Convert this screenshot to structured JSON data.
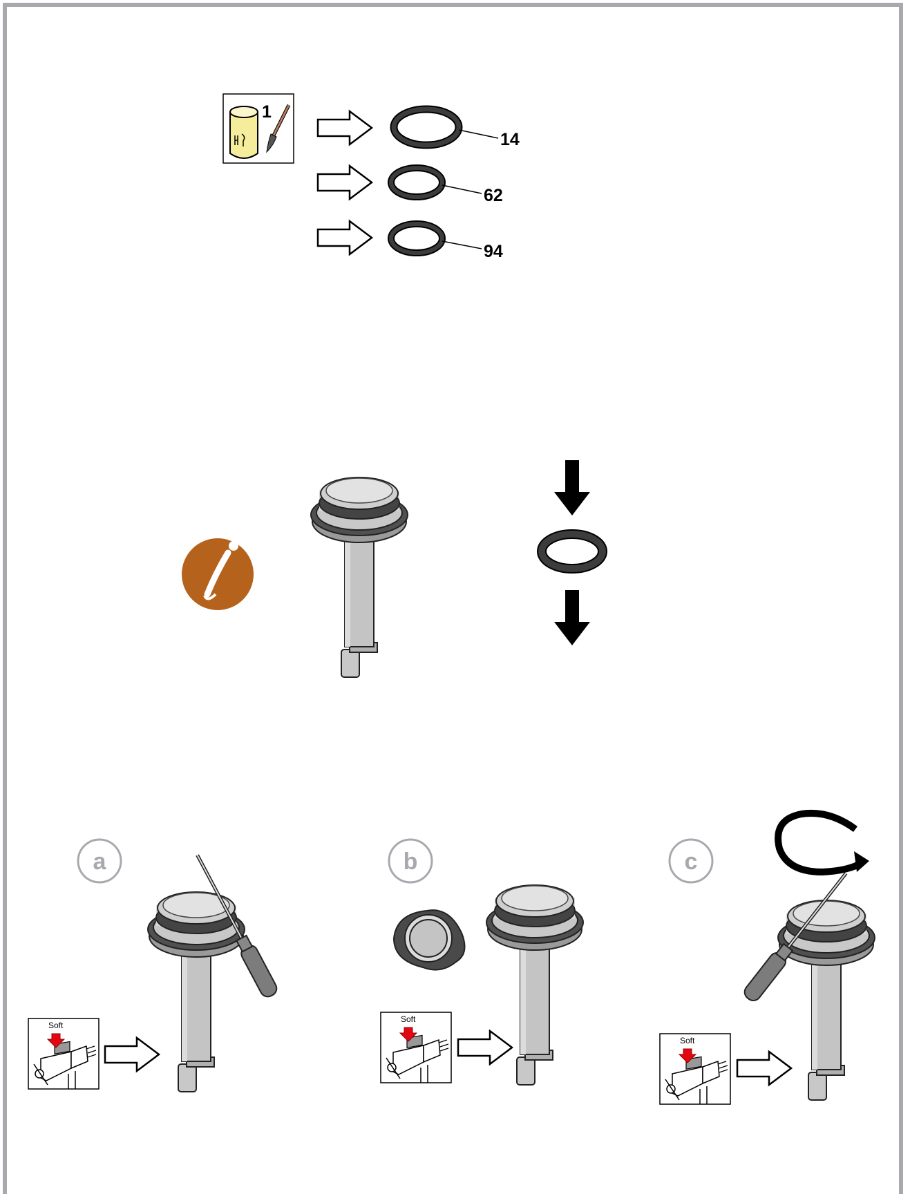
{
  "lubricant": {
    "quantity": "1"
  },
  "seals": [
    {
      "label": "14"
    },
    {
      "label": "62"
    },
    {
      "label": "94"
    }
  ],
  "steps": [
    {
      "letter": "a",
      "vise_label": "Soft"
    },
    {
      "letter": "b",
      "vise_label": "Soft"
    },
    {
      "letter": "c",
      "vise_label": "Soft"
    }
  ],
  "colors": {
    "frame": "#a7a9ae",
    "info_badge": "#b5621c",
    "lubricant_can": "#f5ec9c",
    "seal": "#3c3c3c",
    "vise_arrow": "#e30613",
    "step_circle": "#a7a9ae"
  },
  "icons": [
    "lubricant-can-icon",
    "brush-icon",
    "info-icon",
    "vise-soft-jaws-icon",
    "rotate-arrow-icon"
  ]
}
